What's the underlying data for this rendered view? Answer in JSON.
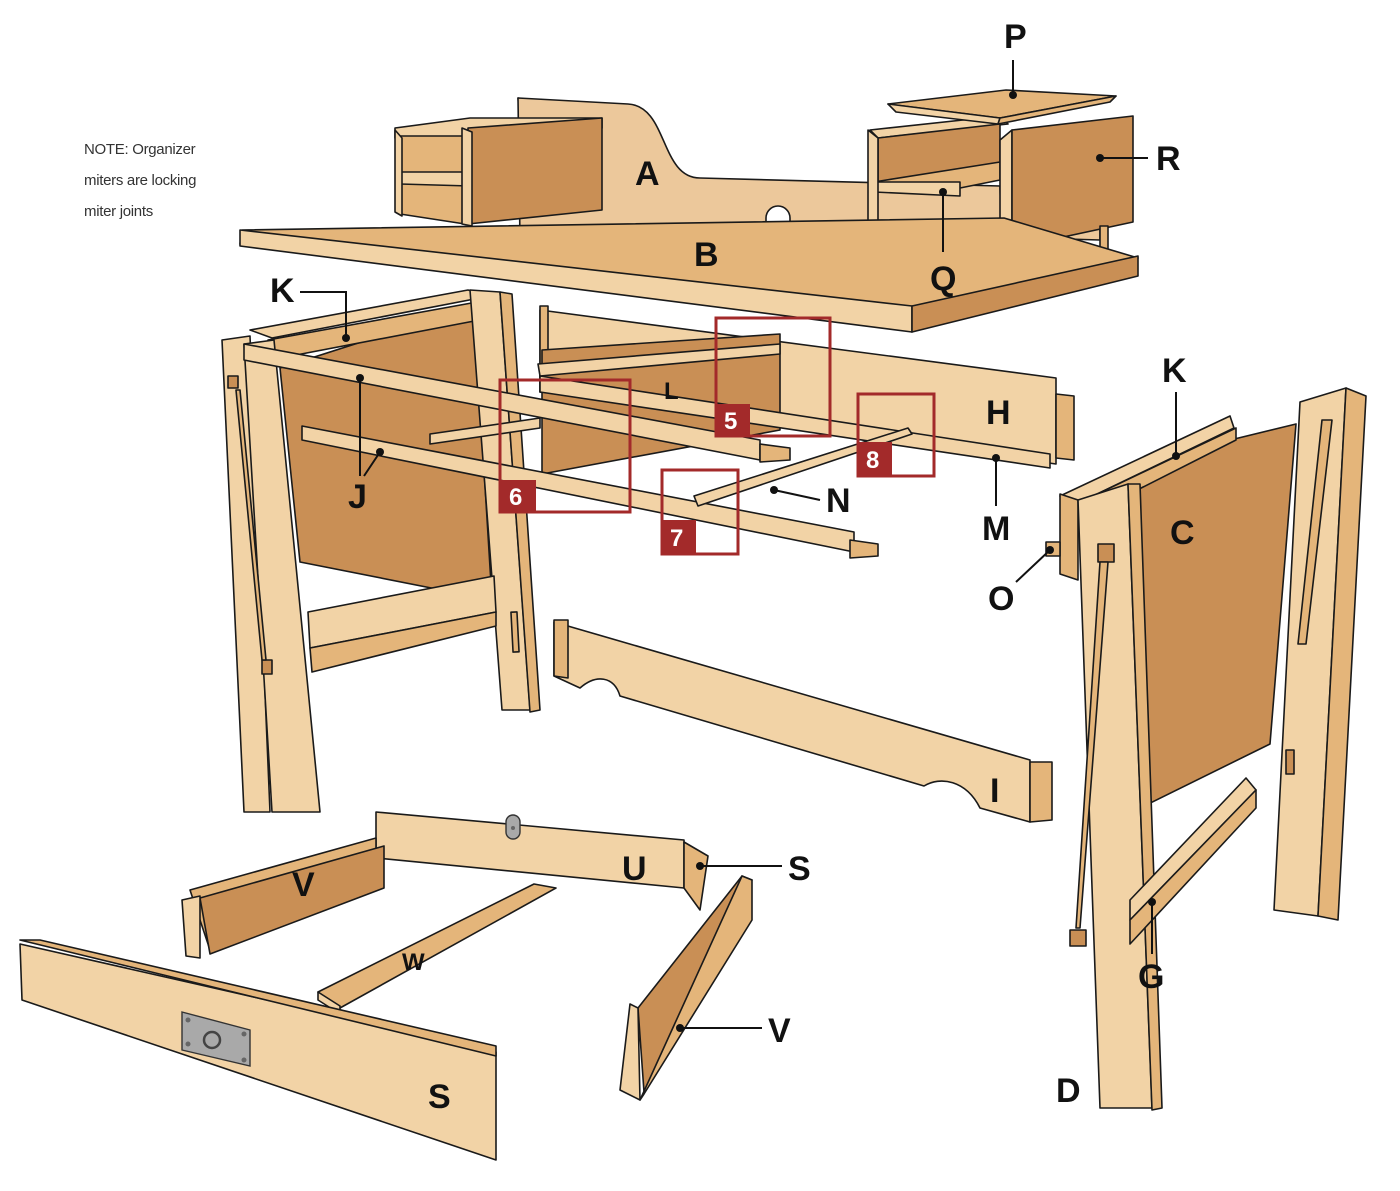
{
  "note": {
    "lines": [
      "NOTE: Organizer",
      "miters are locking",
      "miter joints"
    ]
  },
  "parts": {
    "A": "A",
    "B": "B",
    "C": "C",
    "D": "D",
    "G": "G",
    "H": "H",
    "I": "I",
    "J": "J",
    "K_left": "K",
    "K_right": "K",
    "L": "L",
    "M": "M",
    "N": "N",
    "O": "O",
    "P": "P",
    "Q": "Q",
    "R": "R",
    "S_upper": "S",
    "S_front": "S",
    "U": "U",
    "V_left": "V",
    "V_right": "V",
    "W": "W"
  },
  "callouts": [
    "5",
    "6",
    "7",
    "8"
  ],
  "colors": {
    "light_wood": "#f2d3a6",
    "medium_wood": "#e4b57a",
    "dark_wood": "#c98f55",
    "callout_red": "#a32a2a",
    "hardware_gray": "#a9a9a9"
  }
}
